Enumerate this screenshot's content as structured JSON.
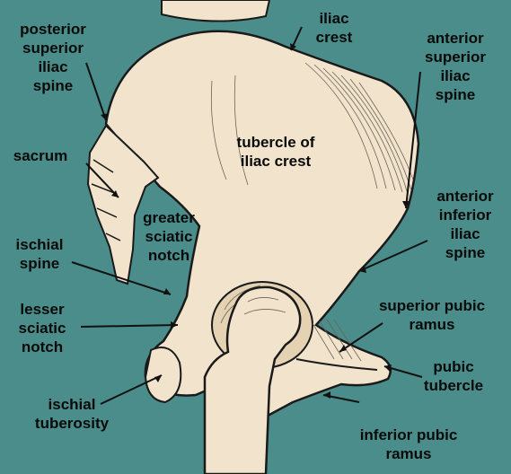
{
  "colors": {
    "background": "#4a8d8a",
    "bone": "#f2e4cc",
    "outline": "#1a1a1a",
    "label_text": "#0a0a0a"
  },
  "labels": {
    "posterior_superior_iliac_spine": "posterior\nsuperior\niliac\nspine",
    "iliac_crest": "iliac\ncrest",
    "anterior_superior_iliac_spine": "anterior\nsuperior\niliac\nspine",
    "tubercle_of_iliac_crest": "tubercle of\niliac crest",
    "sacrum": "sacrum",
    "anterior_inferior_iliac_spine": "anterior\ninferior\niliac\nspine",
    "greater_sciatic_notch": "greater\nsciatic\nnotch",
    "ischial_spine": "ischial\nspine",
    "lesser_sciatic_notch": "lesser\nsciatic\nnotch",
    "superior_pubic_ramus": "superior pubic\nramus",
    "pubic_tubercle": "pubic\ntubercle",
    "ischial_tuberosity": "ischial\ntuberosity",
    "inferior_pubic_ramus": "inferior pubic\nramus"
  }
}
